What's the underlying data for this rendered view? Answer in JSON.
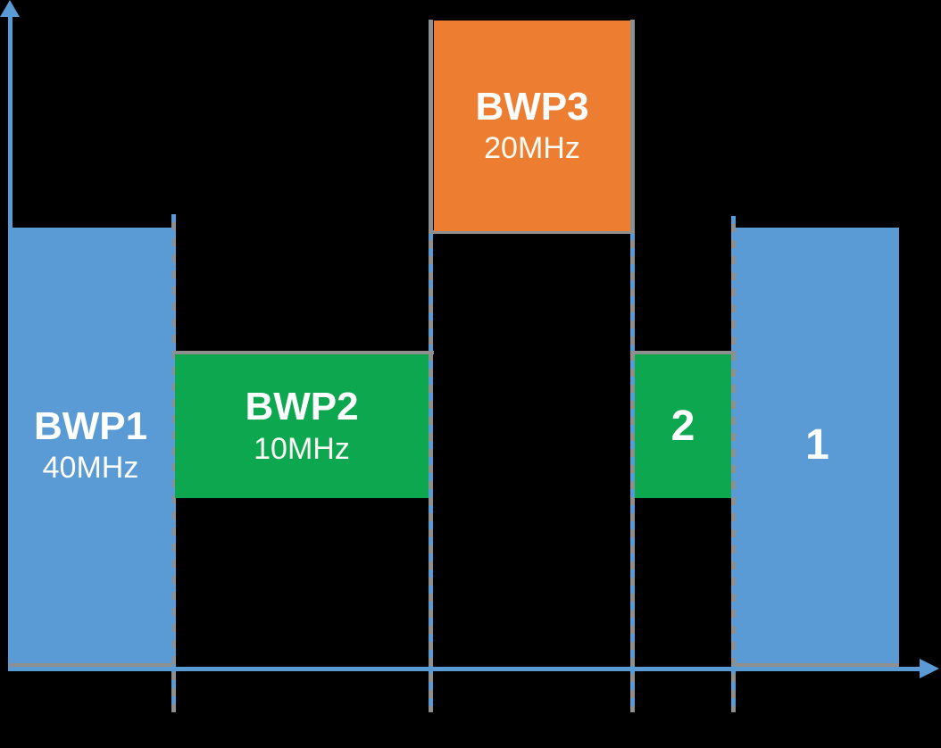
{
  "diagram": {
    "type": "bandwidth-part-allocation-diagram",
    "colors": {
      "blue": "#5B9BD5",
      "green": "#0DA750",
      "orange": "#ED7D31",
      "gray": "#8F8F8F",
      "background": "#000000",
      "text": "#FFFFFF"
    },
    "axes": {
      "vertical_arrow_direction": "up",
      "horizontal_arrow_direction": "right"
    },
    "blocks": {
      "bwp1": {
        "label": "BWP1",
        "bandwidth": "40MHz"
      },
      "bwp2": {
        "label": "BWP2",
        "bandwidth": "10MHz"
      },
      "bwp3": {
        "label": "BWP3",
        "bandwidth": "20MHz"
      },
      "bwp2_repeat": {
        "label": "2"
      },
      "bwp1_repeat": {
        "label": "1"
      }
    }
  }
}
